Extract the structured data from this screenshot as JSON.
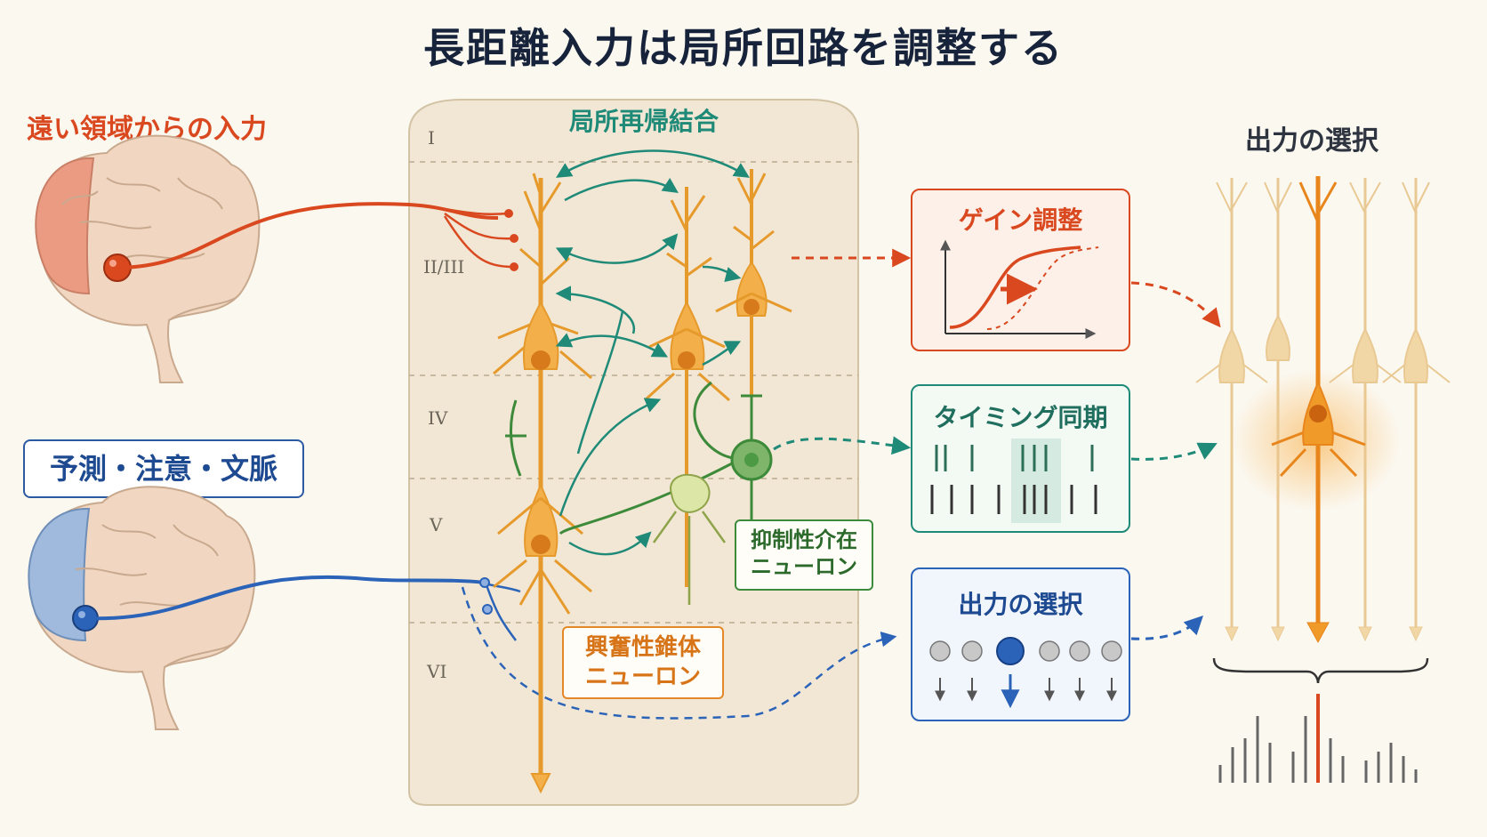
{
  "title": "長距離入力は局所回路を調整する",
  "left": {
    "remote_input_label": "遠い領域からの入力",
    "context_label": "予測・注意・文脈"
  },
  "column": {
    "title": "局所再帰結合",
    "layers": [
      "I",
      "II/III",
      "IV",
      "V",
      "VI"
    ]
  },
  "labels": {
    "excitatory": [
      "興奮性錐体",
      "ニューロン"
    ],
    "inhibitory": [
      "抑制性介在",
      "ニューロン"
    ]
  },
  "effects": {
    "gain": {
      "title": "ゲイン調整"
    },
    "timing": {
      "title": "タイミング同期"
    },
    "selection": {
      "title": "出力の選択"
    }
  },
  "right": {
    "title": "出力の選択"
  },
  "colors": {
    "red": "#d9481f",
    "teal": "#1f8a78",
    "blue": "#2b63b8",
    "orange": "#ef9a2a",
    "green": "#3d8a3a",
    "navy": "#16233a"
  }
}
